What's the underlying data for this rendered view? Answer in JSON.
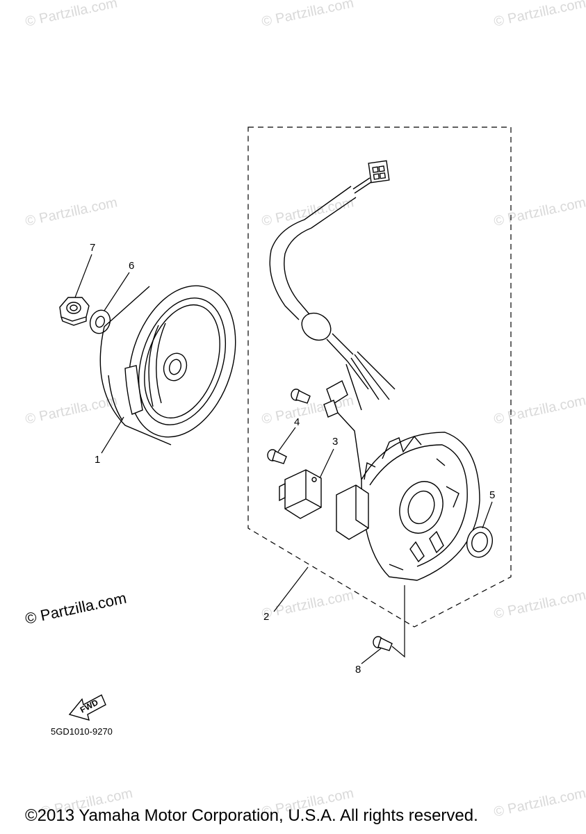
{
  "watermark": "© Partzilla.com",
  "watermark_main": "© Partzilla.com",
  "callouts": {
    "c1": "1",
    "c2": "2",
    "c3": "3",
    "c4": "4",
    "c5": "5",
    "c6": "6",
    "c7": "7",
    "c8": "8"
  },
  "diagram_code": "5GD1010-9270",
  "fwd_label": "FWD",
  "copyright": "©2013 Yamaha Motor Corporation, U.S.A. All rights reserved."
}
